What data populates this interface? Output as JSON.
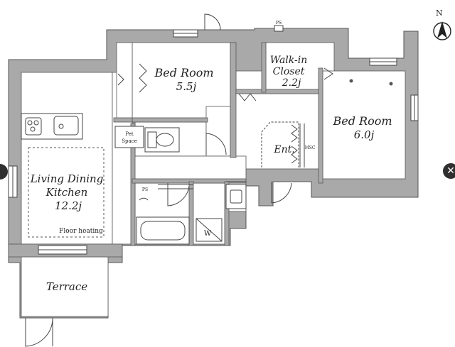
{
  "plan": {
    "compass_label": "N",
    "rooms": {
      "bedroom1": {
        "name": "Bed Room",
        "size": "5.5j"
      },
      "closet": {
        "name_line1": "Walk-in",
        "name_line2": "Closet",
        "size": "2.2j"
      },
      "bedroom2": {
        "name": "Bed Room",
        "size": "6.0j"
      },
      "ldk": {
        "name_line1": "Living Dining",
        "name_line2": "Kitchen",
        "size": "12.2j"
      },
      "entrance": {
        "name": "Ent."
      },
      "terrace": {
        "name": "Terrace"
      }
    },
    "labels": {
      "floor_heating": "Floor heating",
      "pet_space_line1": "Pet",
      "pet_space_line2": "Space",
      "msc": "MSC",
      "ps_top": "PS",
      "ps_bath": "PS",
      "washer": "W"
    }
  },
  "nav": {
    "prev_icon": "chevron-left-icon",
    "next_icon": "close-icon",
    "next_glyph": "✕"
  }
}
